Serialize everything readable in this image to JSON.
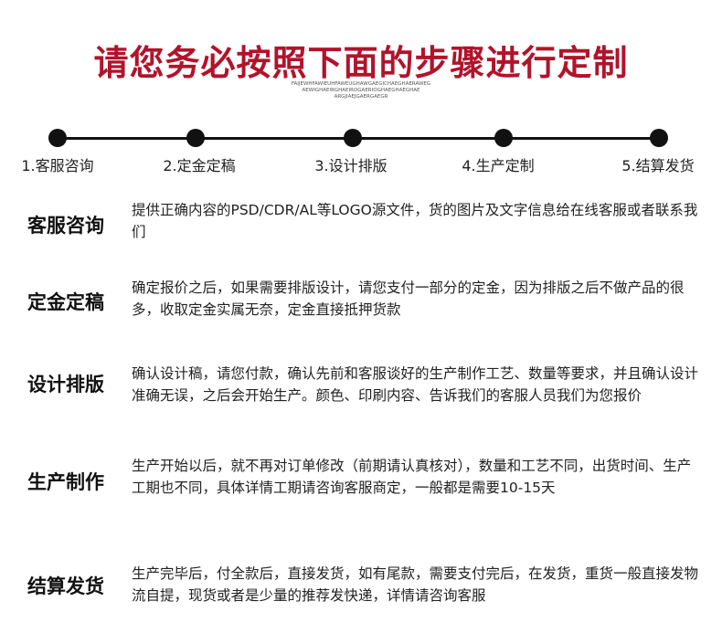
{
  "header": {
    "title": "请您务必按照下面的步骤进行定制",
    "subtitle_lines": [
      "FAIJEWHFAWIEUHFAWEUGHAWGAEGICHAEGHAERAWEG",
      "AEWIGHAEIRGHAEIROGAERIOGHAEGHAEGHAE",
      "ARGJIAEJGAERGAEGR"
    ]
  },
  "steps": [
    {
      "label": "1.客服咨询"
    },
    {
      "label": "2.定金定稿"
    },
    {
      "label": "3.设计排版"
    },
    {
      "label": "4.生产定制"
    },
    {
      "label": "5.结算发货"
    }
  ],
  "sections": [
    {
      "heading": "客服咨询",
      "text": "提供正确内容的PSD/CDR/AL等LOGO源文件，货的图片及文字信息给在线客服或者联系我们"
    },
    {
      "heading": "定金定稿",
      "text": "确定报价之后，如果需要排版设计，请您支付一部分的定金，因为排版之后不做产品的很多，收取定金实属无奈，定金直接抵押货款"
    },
    {
      "heading": "设计排版",
      "text": "确认设计稿，请您付款，确认先前和客服谈好的生产制作工艺、数量等要求，并且确认设计准确无误，之后会开始生产。颜色、印刷内容、告诉我们的客服人员我们为您报价"
    },
    {
      "heading": "生产制作",
      "text": "生产开始以后，就不再对订单修改（前期请认真核对），数量和工艺不同，出货时间、生产工期也不同，具体详情工期请咨询客服商定，一般都是需要10-15天"
    },
    {
      "heading": "结算发货",
      "text": "生产完毕后，付全款后，直接发货，如有尾款，需要支付完后，在发货，重货一般直接发物流自提，现货或者是少量的推荐发快递，详情请咨询客服"
    }
  ]
}
